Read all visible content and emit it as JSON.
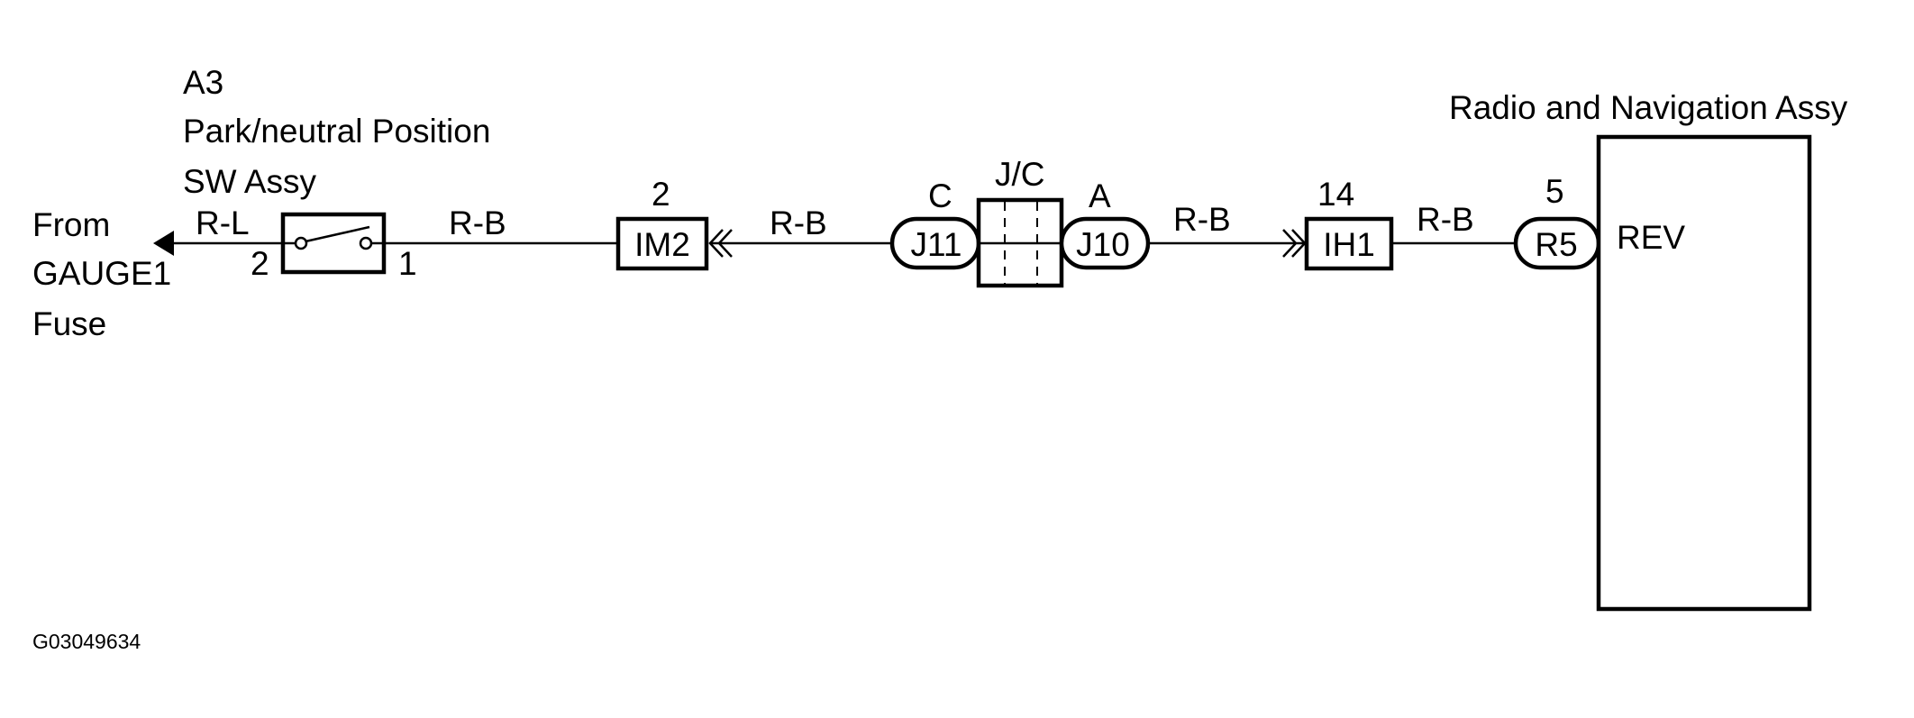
{
  "origin": {
    "from": "From",
    "fuse_name": "GAUGE1",
    "fuse": "Fuse"
  },
  "switch": {
    "code": "A3",
    "name_line1": "Park/neutral Position",
    "name_line2": "SW Assy",
    "pin_left": "2",
    "pin_right": "1"
  },
  "wires": {
    "w1": "R-L",
    "w2": "R-B",
    "w3": "R-B",
    "w4": "R-B",
    "w5": "R-B"
  },
  "connectors": {
    "im2": {
      "code": "IM2",
      "pin": "2"
    },
    "j11": {
      "code": "J11",
      "pin": "C"
    },
    "jc": {
      "code": "J/C"
    },
    "j10": {
      "code": "J10",
      "pin": "A"
    },
    "ih1": {
      "code": "IH1",
      "pin": "14"
    },
    "r5": {
      "code": "R5",
      "pin": "5"
    }
  },
  "radio": {
    "name": "Radio and Navigation Assy",
    "terminal": "REV"
  },
  "figure_id": "G03049634"
}
